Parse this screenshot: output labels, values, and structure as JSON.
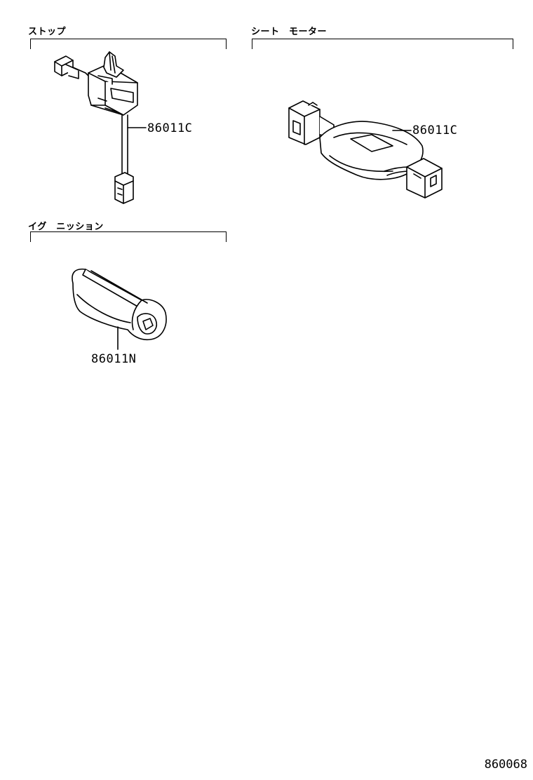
{
  "sections": {
    "stop": {
      "title": "ストップ",
      "part_number": "86011C"
    },
    "seat_motor": {
      "title": "シート　モーター",
      "part_number": "86011C"
    },
    "ignition": {
      "title": "イグ　ニッション",
      "part_number": "86011N"
    }
  },
  "figure_code": "860068"
}
